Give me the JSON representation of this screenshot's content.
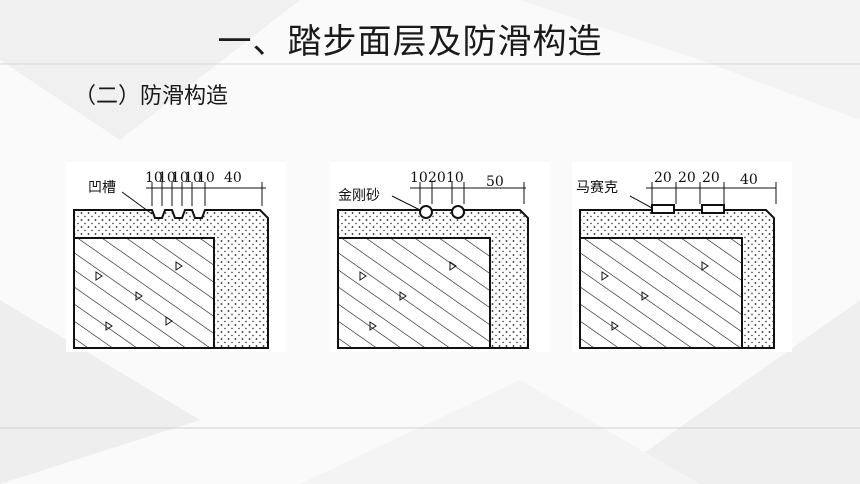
{
  "title": "一、踏步面层及防滑构造",
  "subtitle": "（二）防滑构造",
  "figures": [
    {
      "type": "凹槽",
      "label": "凹槽",
      "dims": [
        "10",
        "10",
        "10",
        "10",
        "10",
        "40"
      ]
    },
    {
      "type": "金刚砂",
      "label": "金刚砂",
      "dims": [
        "10",
        "20",
        "10",
        "50"
      ]
    },
    {
      "type": "马赛克",
      "label": "马赛克",
      "dims": [
        "20",
        "20",
        "20",
        "40"
      ]
    }
  ]
}
